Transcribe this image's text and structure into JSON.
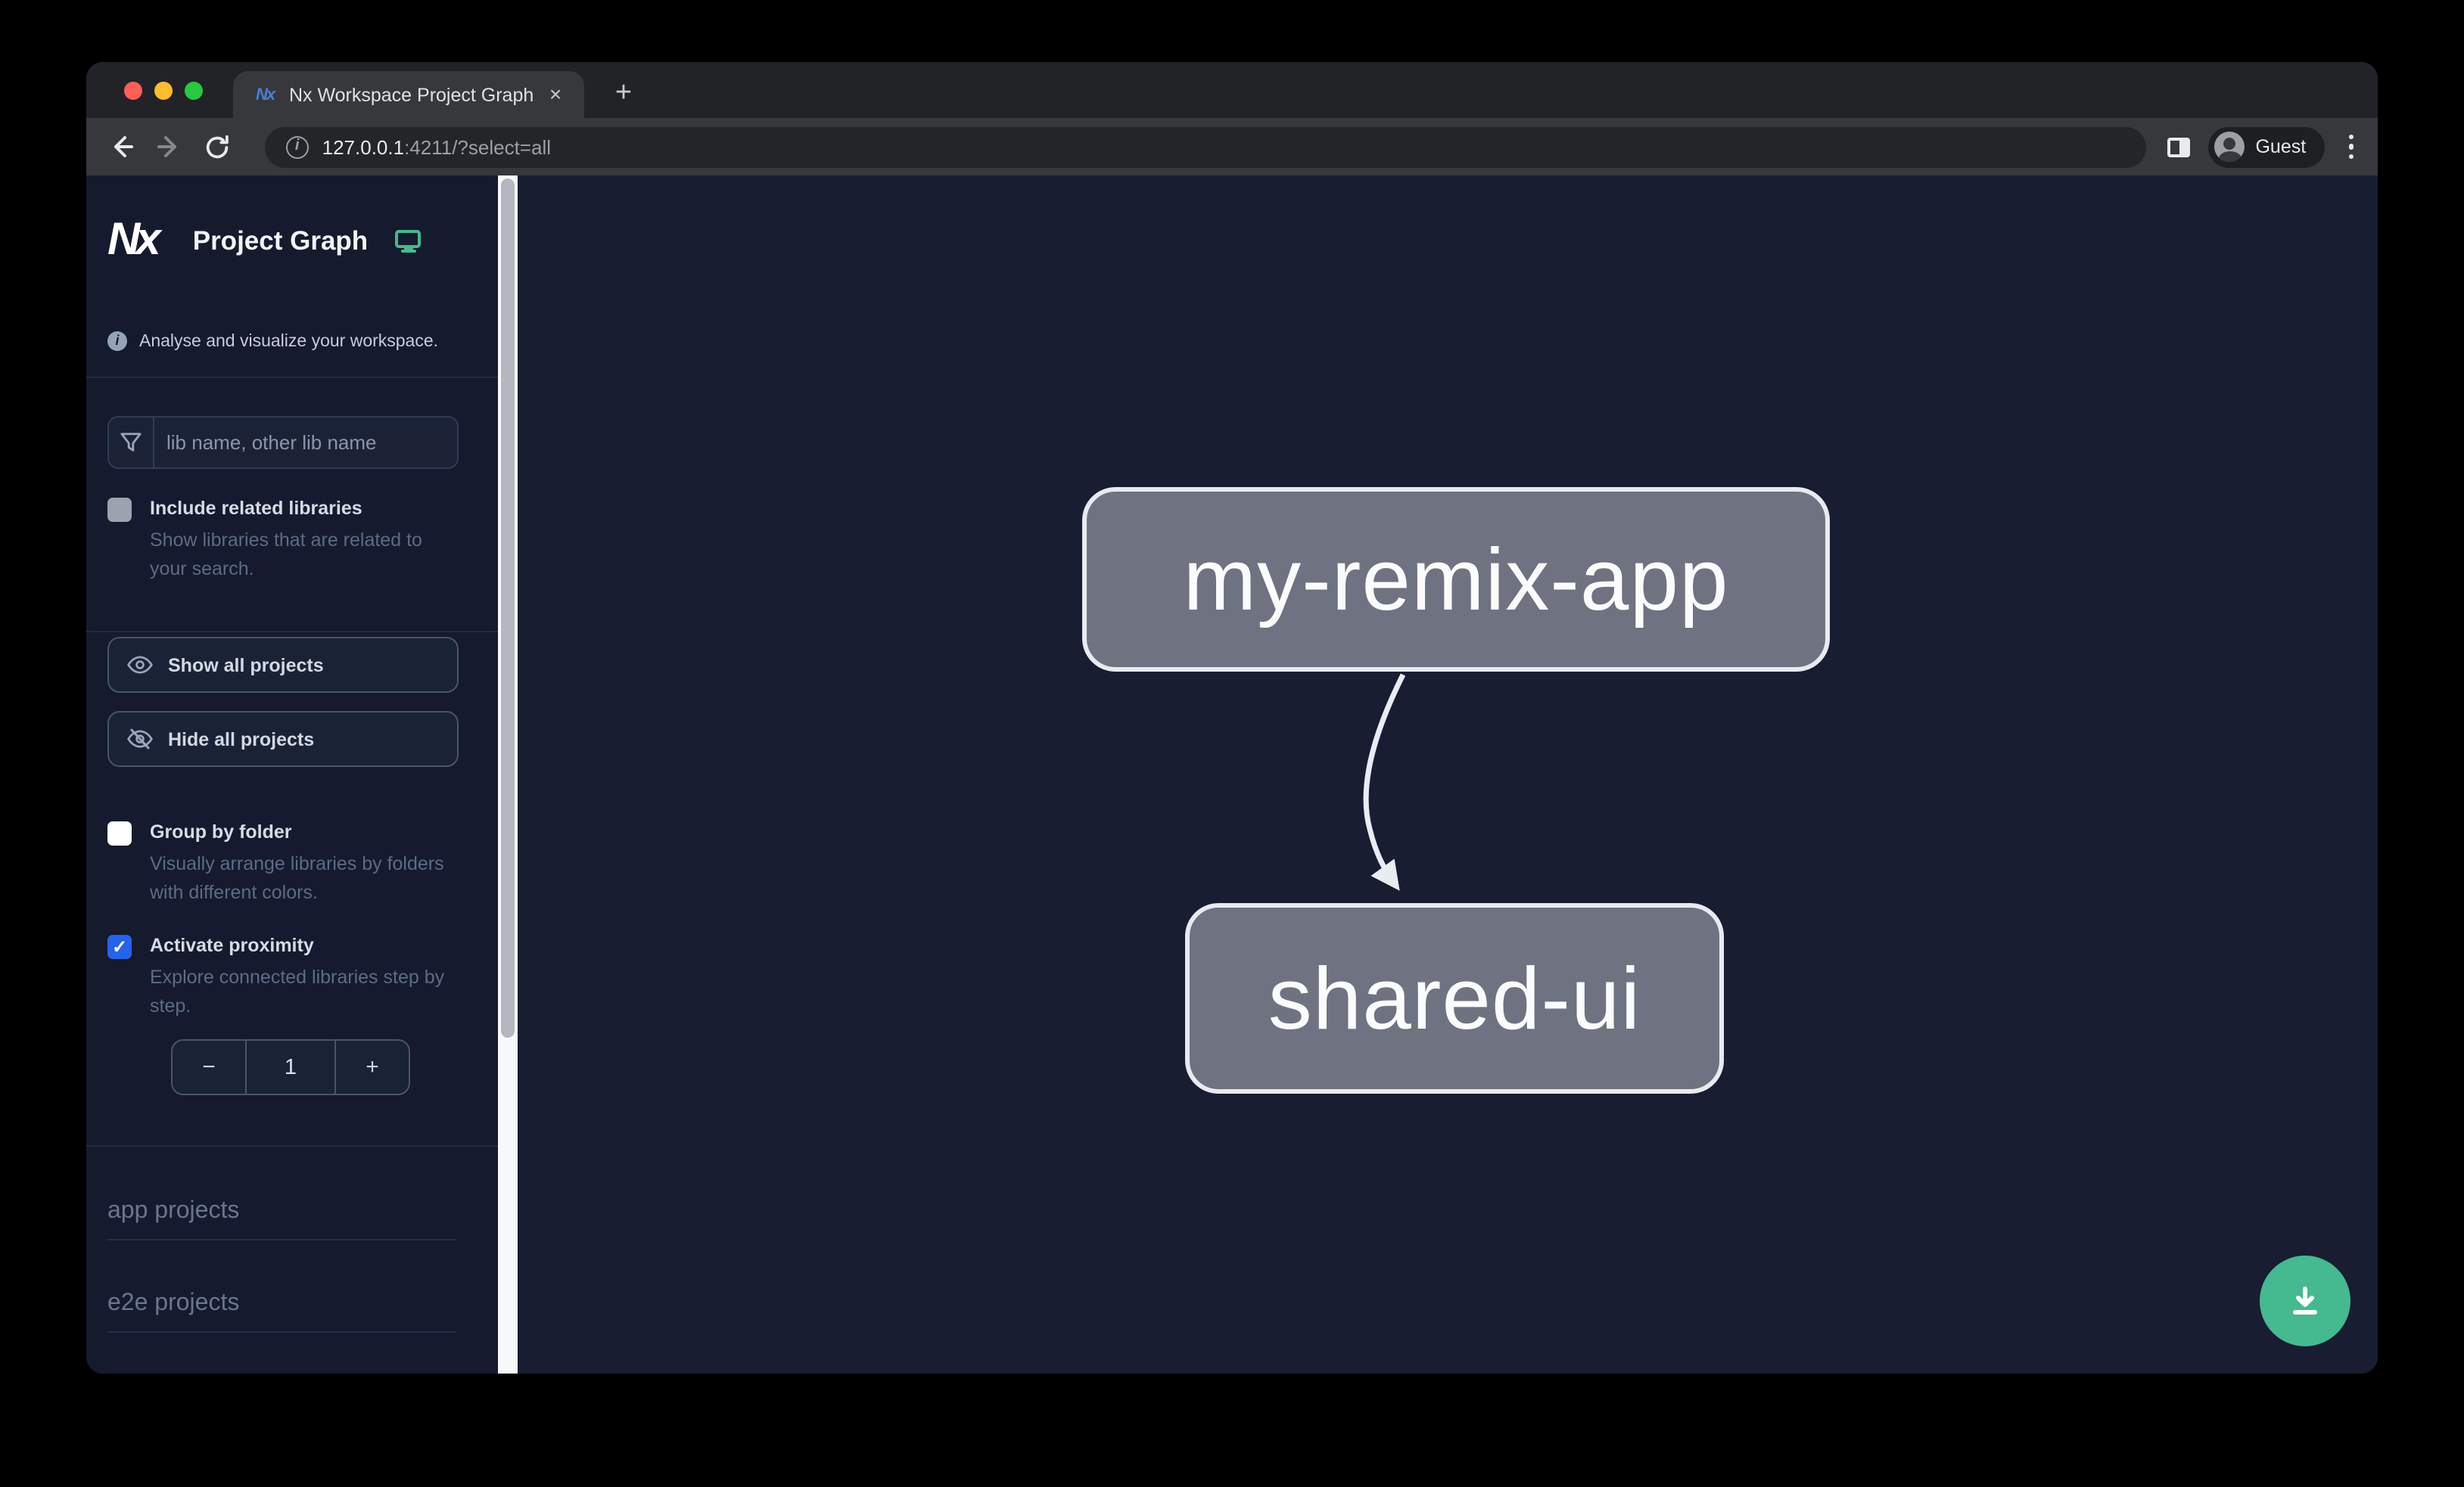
{
  "browser": {
    "tab_title": "Nx Workspace Project Graph",
    "favicon_text": "Nx",
    "close_tab_glyph": "×",
    "new_tab_glyph": "+",
    "url_host": "127.0.0.1",
    "url_rest": ":4211/?select=all",
    "info_glyph": "i",
    "profile_label": "Guest"
  },
  "sidebar": {
    "logo_text": "Nx",
    "title": "Project Graph",
    "tagline": "Analyse and visualize your workspace.",
    "tagline_icon_glyph": "i",
    "filter_placeholder": "lib name, other lib name",
    "toggles": [
      {
        "label": "Include related libraries",
        "description": "Show libraries that are related to your search.",
        "checked": false
      },
      {
        "label": "Group by folder",
        "description": "Visually arrange libraries by folders with different colors.",
        "checked": false
      },
      {
        "label": "Activate proximity",
        "description": "Explore connected libraries step by step.",
        "checked": true
      }
    ],
    "check_glyph": "✓",
    "buttons": [
      {
        "label": "Show all projects"
      },
      {
        "label": "Hide all projects"
      }
    ],
    "proximity_counter": {
      "decrement": "−",
      "value": "1",
      "increment": "+"
    },
    "sections": [
      {
        "label": "app projects"
      },
      {
        "label": "e2e projects"
      }
    ]
  },
  "graph": {
    "nodes": [
      {
        "id": "my-remix-app"
      },
      {
        "id": "shared-ui"
      }
    ],
    "edges": [
      {
        "from": "my-remix-app",
        "to": "shared-ui"
      }
    ]
  },
  "colors": {
    "accent_green": "#45b990",
    "checkbox_blue": "#2563eb",
    "node_fill": "#6f7280",
    "canvas_bg": "#181d31",
    "sidebar_bg": "#151a2e"
  }
}
